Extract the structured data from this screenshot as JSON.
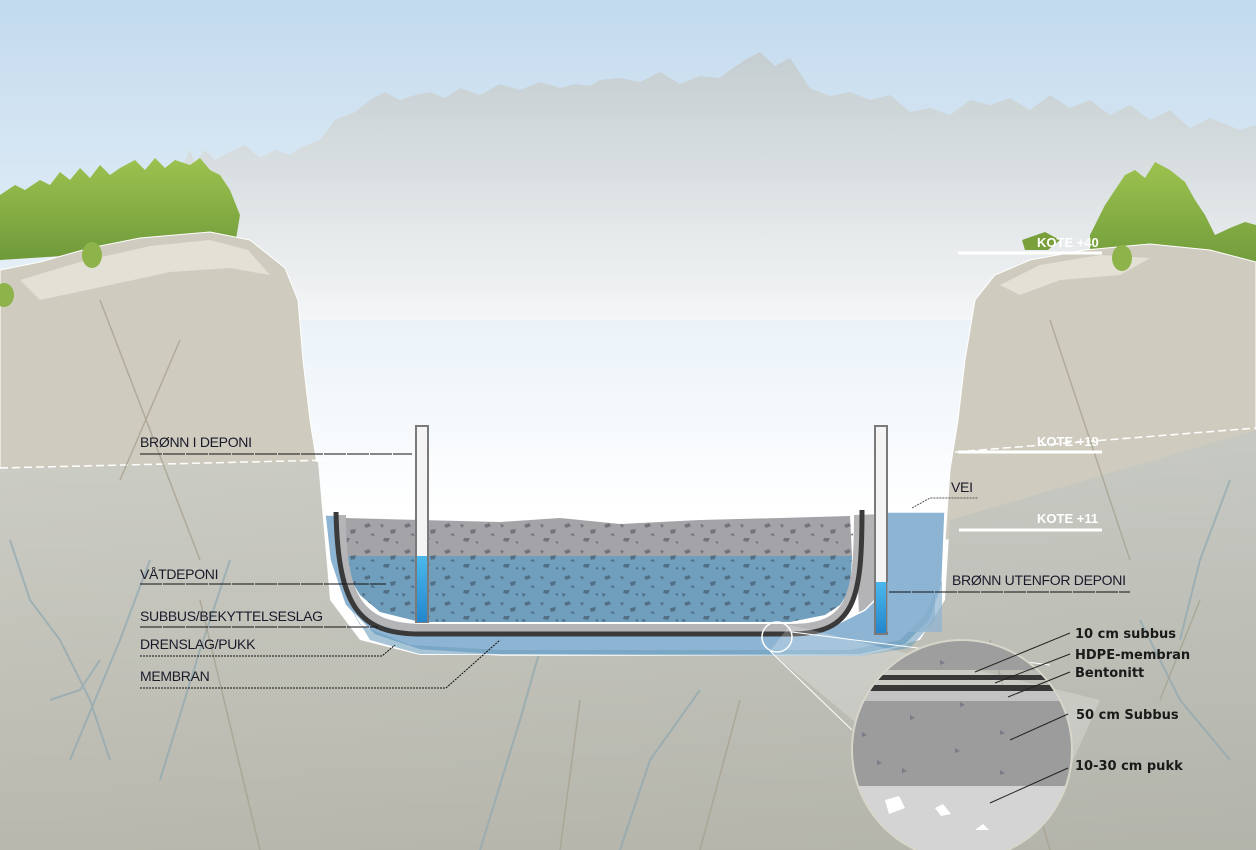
{
  "diagram": {
    "type": "cross-section",
    "subject": "wet landfill (våtdeponi) in rock quarry"
  },
  "left_labels": {
    "well_inside": "BRØNN I DEPONI",
    "wet_deposit": "VÅTDEPONI",
    "protective_layer": "SUBBUS/BEKYTTELSESLAG",
    "drainage_layer": "DRENSLAG/PUKK",
    "membrane": "MEMBRAN"
  },
  "right_labels": {
    "road": "VEI",
    "well_outside": "BRØNN UTENFOR DEPONI"
  },
  "elevations": [
    {
      "label": "KOTE +40",
      "value": 40
    },
    {
      "label": "KOTE +19",
      "value": 19
    },
    {
      "label": "KOTE +11",
      "value": 11
    }
  ],
  "detail_layers": [
    {
      "label": "10 cm subbus"
    },
    {
      "label": "HDPE-membran"
    },
    {
      "label": "Bentonitt"
    },
    {
      "label": "50 cm Subbus"
    },
    {
      "label": "10-30 cm pukk"
    }
  ],
  "colors": {
    "sky_top": "#c4dcef",
    "forest_far": "#c6d0d3",
    "trees": "#8db34a",
    "rock": "#cfccbf",
    "ground": "#bdb8a8",
    "water": "#6c9ebd",
    "well_water": "#2e9fe0",
    "membrane": "#3a3a3a",
    "fill_grey": "#9c9ca0"
  }
}
